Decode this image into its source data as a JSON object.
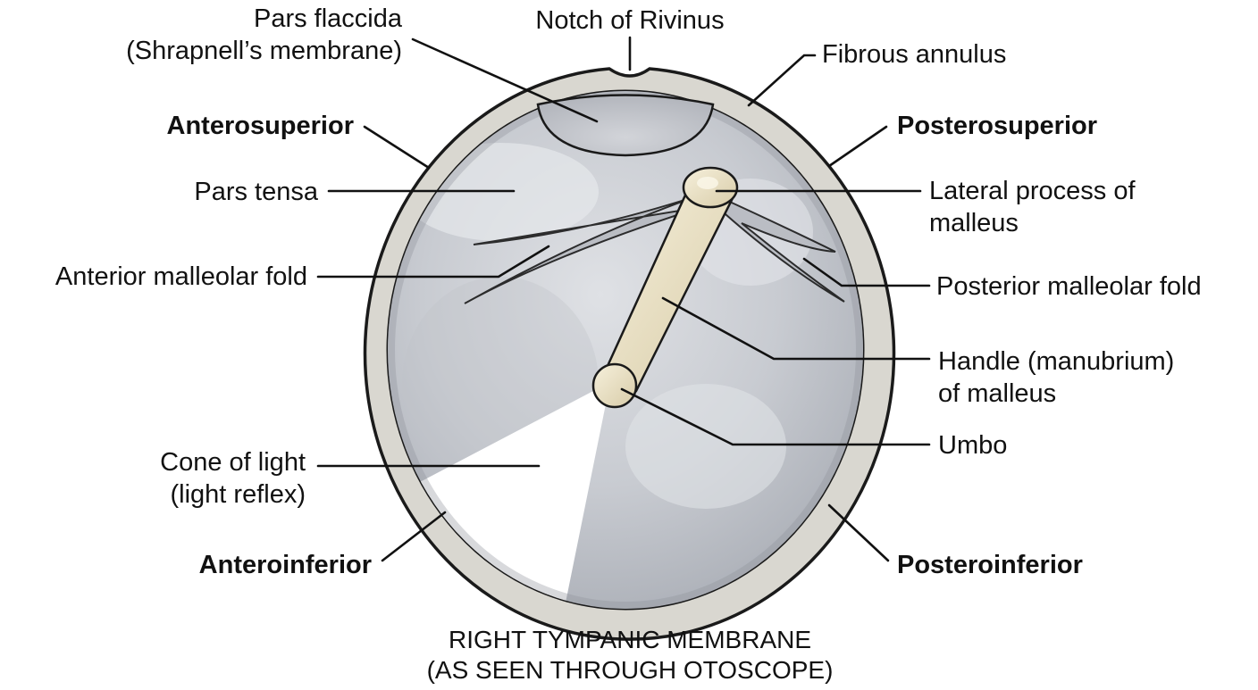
{
  "caption": {
    "line1": "RIGHT TYMPANIC MEMBRANE",
    "line2": "(AS SEEN THROUGH OTOSCOPE)"
  },
  "labels": {
    "pars_flaccida": {
      "line1": "Pars flaccida",
      "line2": "(Shrapnell’s membrane)"
    },
    "notch_of_rivinus": "Notch of Rivinus",
    "fibrous_annulus": "Fibrous annulus",
    "anterosuperior": "Anterosuperior",
    "posterosuperior": "Posterosuperior",
    "pars_tensa": "Pars tensa",
    "lateral_process": {
      "line1": "Lateral process of",
      "line2": "malleus"
    },
    "anterior_malleolar_fold": "Anterior malleolar fold",
    "posterior_malleolar_fold": "Posterior malleolar fold",
    "handle_of_malleus": {
      "line1": "Handle (manubrium)",
      "line2": "of malleus"
    },
    "umbo": "Umbo",
    "cone_of_light": {
      "line1": "Cone of light",
      "line2": "(light reflex)"
    },
    "anteroinferior": "Anteroinferior",
    "posteroinferior": "Posteroinferior"
  },
  "colors": {
    "annulus_fill": "#d9d7d0",
    "outline": "#1a1a1a",
    "membrane": "#c3c6cc",
    "malleus": "#ece3c7",
    "cone_of_light": "#ffffff"
  }
}
